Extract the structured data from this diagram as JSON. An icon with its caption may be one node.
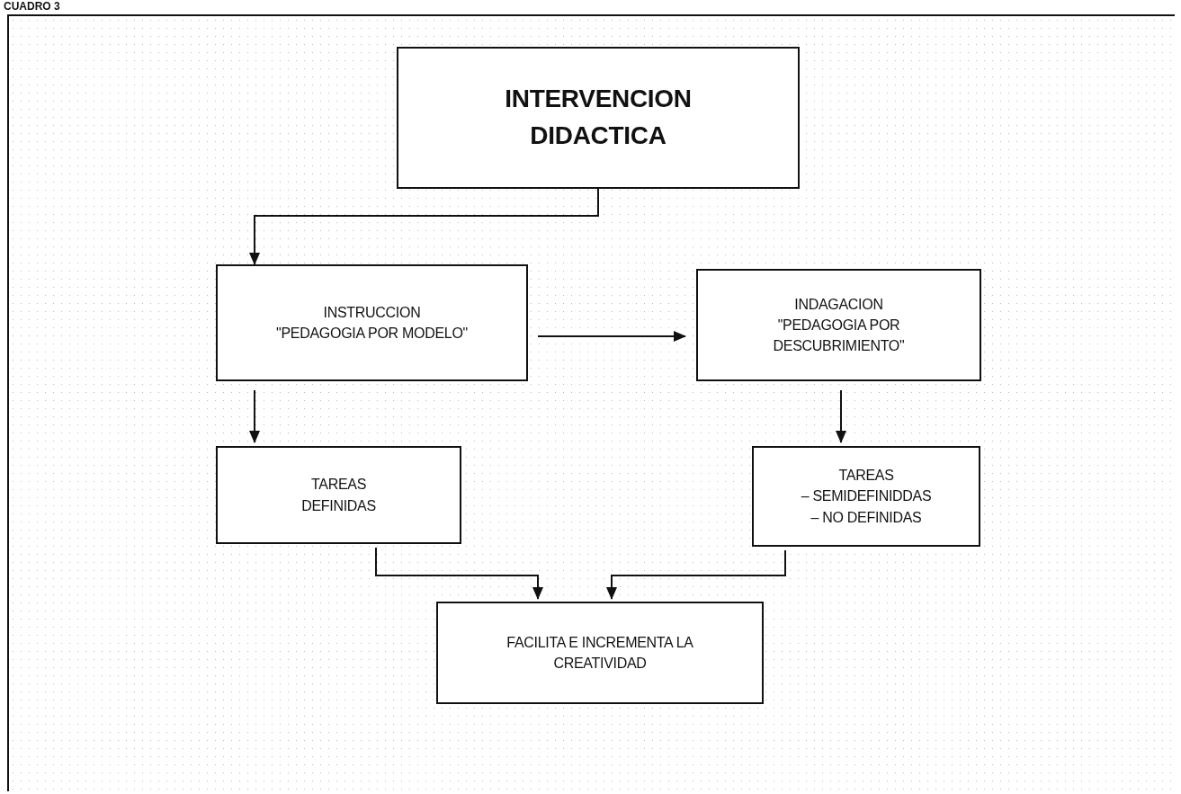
{
  "diagram": {
    "title": "CUADRO 3",
    "nodes": [
      {
        "text": [
          "INTERVENCION DIDACTICA"
        ]
      },
      {
        "text": [
          "INSTRUCCION",
          "\"PEDAGOGIA POR MODELO\""
        ]
      },
      {
        "text": [
          "INDAGACION",
          "\"PEDAGOGIA POR DESCUBRIMIENTO\""
        ]
      },
      {
        "text": [
          "TAREAS DEFINIDAS"
        ]
      },
      {
        "text": [
          "TAREAS",
          "– SEMIDEFINIDDAS",
          "– NO DEFINIDAS"
        ]
      },
      {
        "text": [
          "FACILITA E INCREMENTA LA CREATIVIDAD"
        ]
      }
    ],
    "edges": [
      {
        "from": 0,
        "to": 1,
        "arrow": "to"
      },
      {
        "from": 1,
        "to": 2,
        "arrow": "to"
      },
      {
        "from": 1,
        "to": 3,
        "arrow": "to"
      },
      {
        "from": 2,
        "to": 4,
        "arrow": "to"
      },
      {
        "from": 3,
        "to": 5,
        "arrow": "to"
      },
      {
        "from": 4,
        "to": 5,
        "arrow": "to"
      }
    ]
  }
}
